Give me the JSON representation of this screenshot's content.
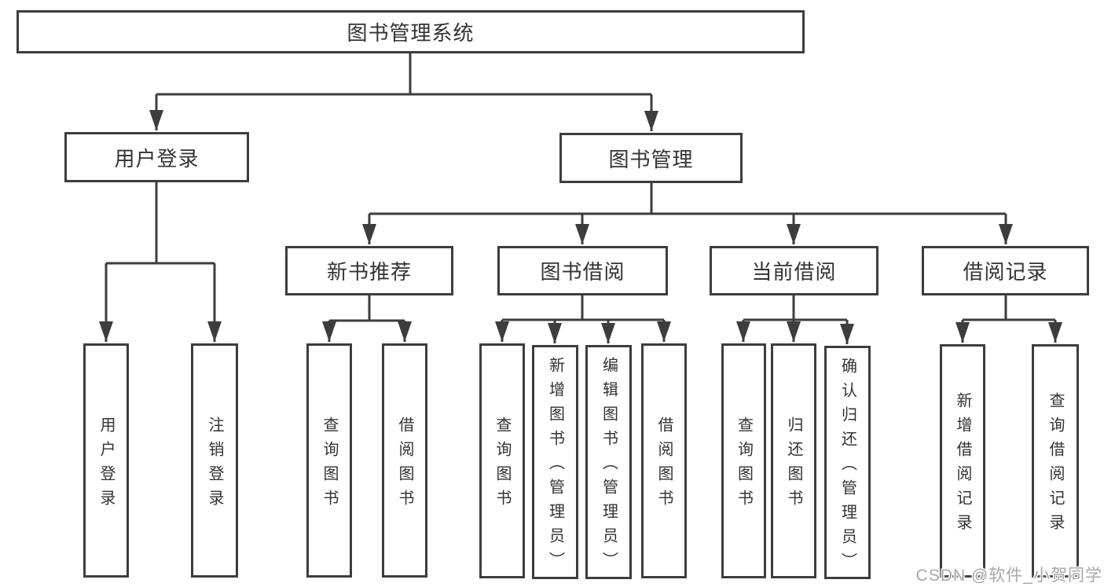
{
  "tree": {
    "root": {
      "label": "图书管理系统",
      "children": [
        {
          "label": "用户登录",
          "children": [
            {
              "label": "用户登录"
            },
            {
              "label": "注销登录"
            }
          ]
        },
        {
          "label": "图书管理",
          "children": [
            {
              "label": "新书推荐",
              "children": [
                {
                  "label": "查询图书"
                },
                {
                  "label": "借阅图书"
                }
              ]
            },
            {
              "label": "图书借阅",
              "children": [
                {
                  "label": "查询图书"
                },
                {
                  "label": "新增图书（管理员）"
                },
                {
                  "label": "编辑图书（管理员）"
                },
                {
                  "label": "借阅图书"
                }
              ]
            },
            {
              "label": "当前借阅",
              "children": [
                {
                  "label": "查询图书"
                },
                {
                  "label": "归还图书"
                },
                {
                  "label": "确认归还（管理员）"
                }
              ]
            },
            {
              "label": "借阅记录",
              "children": [
                {
                  "label": "新增借阅记录"
                },
                {
                  "label": "查询借阅记录"
                }
              ]
            }
          ]
        }
      ]
    }
  },
  "watermark": {
    "text": "CSDN @软件_小贺同学"
  },
  "colors": {
    "line": "#3d3d3d",
    "text": "#333333",
    "watermark": "#a8a8a8",
    "background": "#ffffff"
  }
}
